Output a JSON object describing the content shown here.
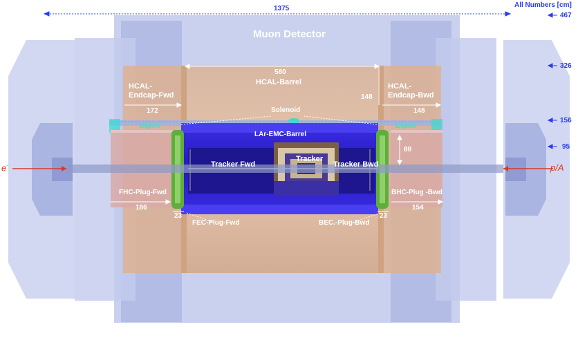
{
  "labels": {
    "all_numbers": "All Numbers [cm]",
    "total_length": "1375",
    "muon_detector": "Muon Detector",
    "hcal_barrel": "HCAL-Barrel",
    "hcal_barrel_len": "580",
    "hcal_endcap_fwd_line1": "HCAL-",
    "hcal_endcap_fwd_line2": "Endcap-Fwd",
    "hcal_endcap_bwd_line1": "HCAL-",
    "hcal_endcap_bwd_line2": "Endcap-Bwd",
    "endcap_fwd_len": "172",
    "endcap_bwd_len": "148",
    "endcap_bwd_top": "148",
    "solenoid": "Solenoid",
    "dipole_left": "Dipole",
    "dipole_right": "Dipole",
    "lar_emc_barrel": "LAr-EMC-Barrel",
    "tracker": "Tracker",
    "tracker_fwd": "Tracker Fwd",
    "tracker_bwd": "Tracker Bwd",
    "radius_88": "88",
    "fhc_plug_fwd": "FHC-Plug-Fwd",
    "fhc_len": "186",
    "bhc_plug_bwd": "BHC-Plug -Bwd",
    "bhc_len": "154",
    "fec_plug_fwd": "FEC-Plug-Fwd",
    "bec_plug_bwd": "BEC.-Plug-Bwd",
    "plug_gap_left": "23",
    "plug_gap_right": "23",
    "electron": "e",
    "electron_sup": "-",
    "proton": "p/A"
  },
  "radii": {
    "r467": "467",
    "r326": "326",
    "r156": "156",
    "r95": "95"
  },
  "colors": {
    "muon": "#aab7e6",
    "hcal": "#e6b48f",
    "lar": "#2b1fd0",
    "plug_green": "#5fae3c",
    "dipole": "#3fd9d0",
    "arrow_blue": "#2a3cf0",
    "beam_red": "#d63a2a"
  }
}
